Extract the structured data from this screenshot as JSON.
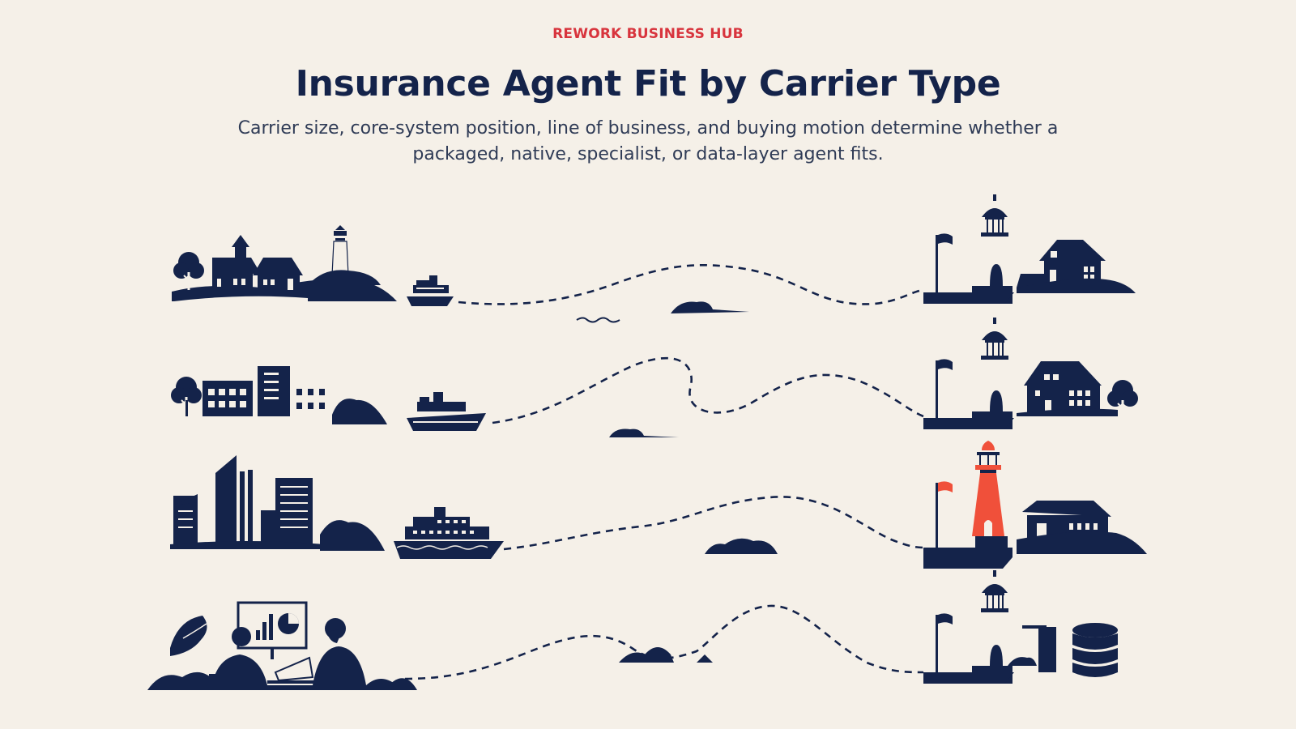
{
  "header": {
    "brand": "REWORK BUSINESS HUB",
    "title": "Insurance Agent Fit by Carrier Type",
    "subtitle": "Carrier size, core-system position, line of business, and buying motion determine whether a packaged, native, specialist, or data-layer agent fits."
  },
  "colors": {
    "navy": "#14234a",
    "accent": "#f0503a",
    "brand_red": "#d8343d",
    "background": "#f5f0e8"
  },
  "rows": [
    {
      "origin_icon": "small-town-icon",
      "vessel_icon": "small-boat-icon",
      "destination_icon": "harbor-house-icon",
      "highlight": false
    },
    {
      "origin_icon": "office-buildings-icon",
      "vessel_icon": "medium-ship-icon",
      "destination_icon": "harbor-house-icon",
      "highlight": false
    },
    {
      "origin_icon": "city-skyline-icon",
      "vessel_icon": "large-ship-icon",
      "destination_icon": "red-lighthouse-icon",
      "highlight": true
    },
    {
      "origin_icon": "analysts-dashboard-icon",
      "vessel_icon": "none",
      "destination_icon": "database-icon",
      "highlight": false
    }
  ]
}
